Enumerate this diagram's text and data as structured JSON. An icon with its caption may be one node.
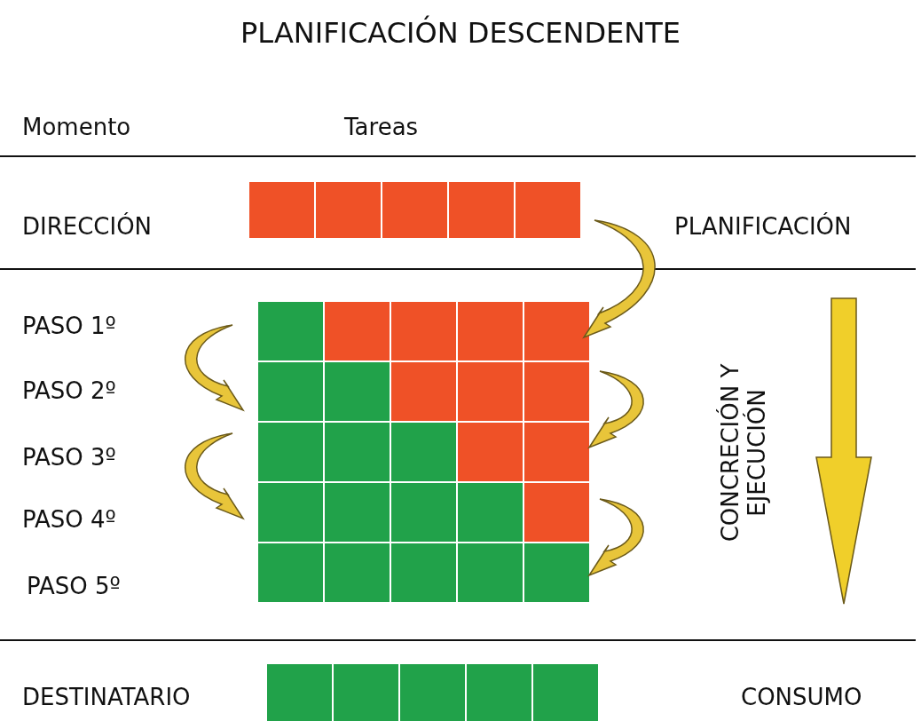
{
  "diagram": {
    "title": "PLANIFICACIÓN DESCENDENTE",
    "labels": [
      "Momento",
      "Tareas",
      "DIRECCIÓN",
      "PLANIFICACIÓN",
      "PASO 1º",
      "PASO 2º",
      "PASO 3º",
      "PASO 4º",
      "PASO 5º",
      "CONCRECIÓN Y EJECUCIÓN",
      "DESTINATARIO",
      "CONSUMO"
    ]
  }
}
